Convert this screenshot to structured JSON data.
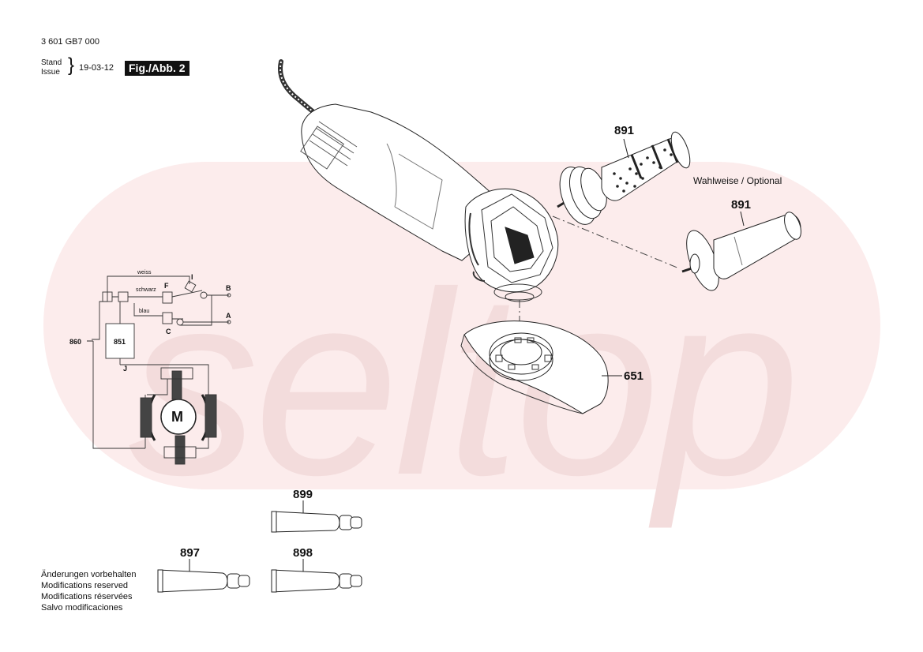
{
  "header": {
    "doc_number": "3 601 GB7 000",
    "stand_label": "Stand",
    "issue_label": "Issue",
    "date": "19-03-12",
    "figure_label": "Fig./Abb. 2"
  },
  "watermark": {
    "text": "seltop",
    "color": "#f6dede"
  },
  "parts": {
    "handle_top": "891",
    "handle_optional_note": "Wahlweise / Optional",
    "handle_bottom": "891",
    "guard": "651",
    "tube_899": "899",
    "tube_897": "897",
    "tube_898": "898"
  },
  "wiring": {
    "wire_white": "weiss",
    "wire_black": "schwarz",
    "wire_blue": "blau",
    "term_i": "I",
    "term_f": "F",
    "term_b": "B",
    "term_a": "A",
    "term_c": "C",
    "term_j": "J",
    "part_860": "860",
    "part_851": "851",
    "motor": "M"
  },
  "footer": {
    "line_de": "Änderungen vorbehalten",
    "line_en": "Modifications reserved",
    "line_fr": "Modifications réservées",
    "line_es": "Salvo modificaciones"
  }
}
